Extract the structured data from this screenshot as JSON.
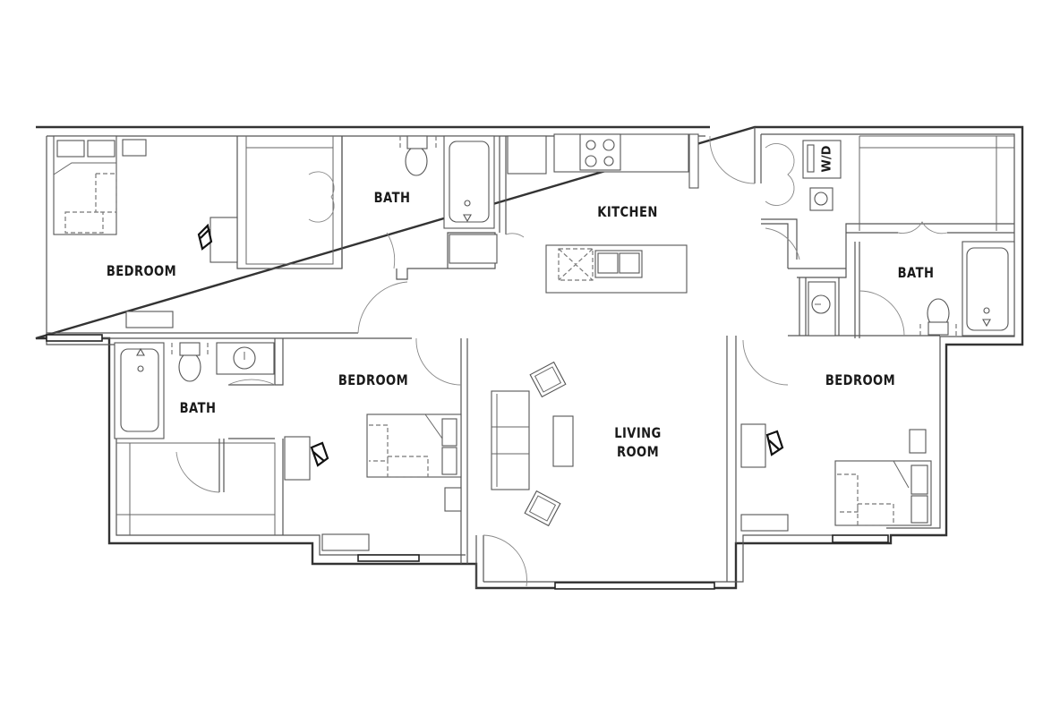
{
  "floor_plan": {
    "rooms": [
      {
        "id": "bedroom-nw",
        "label": "BEDROOM"
      },
      {
        "id": "bath-north",
        "label": "BATH"
      },
      {
        "id": "kitchen",
        "label": "KITCHEN"
      },
      {
        "id": "bath-east",
        "label": "BATH"
      },
      {
        "id": "bath-sw",
        "label": "BATH"
      },
      {
        "id": "bedroom-center",
        "label": "BEDROOM"
      },
      {
        "id": "living-room",
        "label": "LIVING\nROOM"
      },
      {
        "id": "bedroom-se",
        "label": "BEDROOM"
      }
    ],
    "fixtures": {
      "washer_dryer": "W/D"
    }
  }
}
